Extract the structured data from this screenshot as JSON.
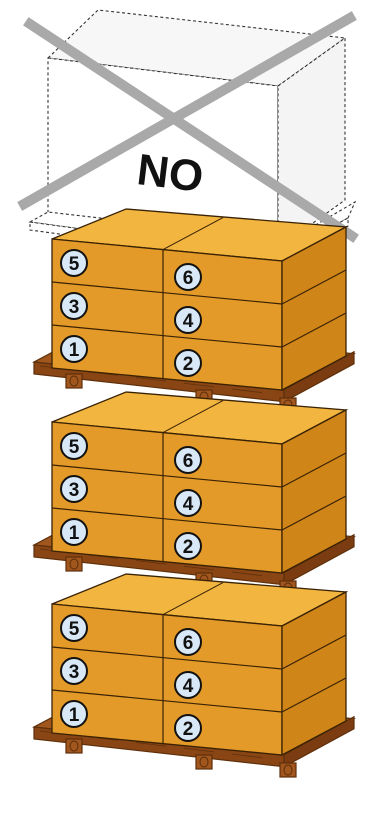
{
  "forbidden_label": "NO",
  "colors": {
    "box_front": "#e39a28",
    "box_side": "#d08518",
    "box_top": "#f2b640",
    "box_edge": "#3a2205",
    "badge_fill": "#d8e8f6",
    "pallet_wood": "#a0561c",
    "pallet_dark": "#5e300c",
    "cross": "#a9a9a9",
    "dashed": "#333333"
  },
  "stacks": [
    {
      "badges": [
        "5",
        "3",
        "1",
        "6",
        "4",
        "2"
      ]
    },
    {
      "badges": [
        "5",
        "3",
        "1",
        "6",
        "4",
        "2"
      ]
    },
    {
      "badges": [
        "5",
        "3",
        "1",
        "6",
        "4",
        "2"
      ]
    }
  ]
}
